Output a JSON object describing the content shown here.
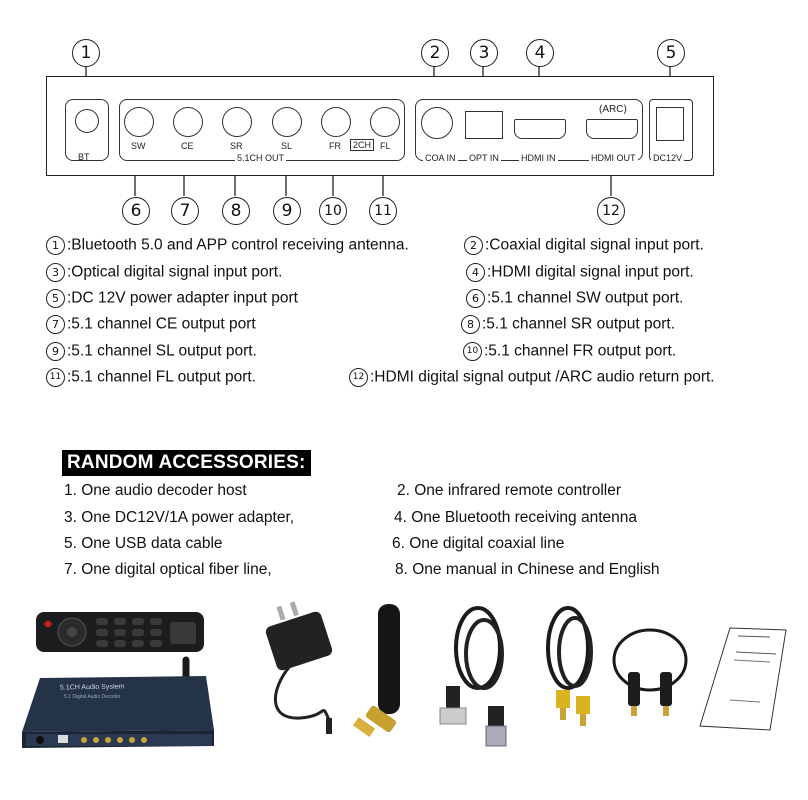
{
  "diagram": {
    "ports": {
      "bt": "BT",
      "sw": "SW",
      "ce": "CE",
      "sr": "SR",
      "sl": "SL",
      "fr": "FR",
      "ch2": "2CH",
      "fl": "FL",
      "out51": "5.1CH OUT",
      "coa": "COA IN",
      "opt": "OPT IN",
      "hdmi_in": "HDMI IN",
      "hdmi_out": "HDMI OUT",
      "arc": "(ARC)",
      "dc": "DC12V"
    },
    "numbers": [
      "1",
      "2",
      "3",
      "4",
      "5",
      "6",
      "7",
      "8",
      "9",
      "10",
      "11",
      "12"
    ]
  },
  "descriptions": [
    {
      "n": "1",
      "text": ":Bluetooth 5.0 and APP control receiving antenna."
    },
    {
      "n": "2",
      "text": ":Coaxial digital signal input port."
    },
    {
      "n": "3",
      "text": ":Optical digital signal input port."
    },
    {
      "n": "4",
      "text": ":HDMI digital signal input port."
    },
    {
      "n": "5",
      "text": ":DC 12V power adapter input port"
    },
    {
      "n": "6",
      "text": ":5.1 channel SW output port."
    },
    {
      "n": "7",
      "text": ":5.1 channel CE output port"
    },
    {
      "n": "8",
      "text": ":5.1 channel SR output port."
    },
    {
      "n": "9",
      "text": ":5.1 channel SL output port."
    },
    {
      "n": "10",
      "text": ":5.1 channel FR output port."
    },
    {
      "n": "11",
      "text": ":5.1 channel FL output port."
    },
    {
      "n": "12",
      "text": ":HDMI digital signal output /ARC audio return port."
    }
  ],
  "accessories": {
    "heading": "RANDOM ACCESSORIES:",
    "items": [
      "1.  One audio decoder host",
      "2. One infrared remote controller",
      "3. One DC12V/1A power adapter,",
      "4. One Bluetooth receiving antenna",
      "5. One USB data cable",
      "6. One digital coaxial line",
      "7. One digital optical fiber line,",
      "8. One manual in Chinese and English"
    ]
  },
  "product": {
    "device_title": "5.1CH Audio System",
    "device_subtitle": "5.1 Digital Audio Decoder"
  }
}
